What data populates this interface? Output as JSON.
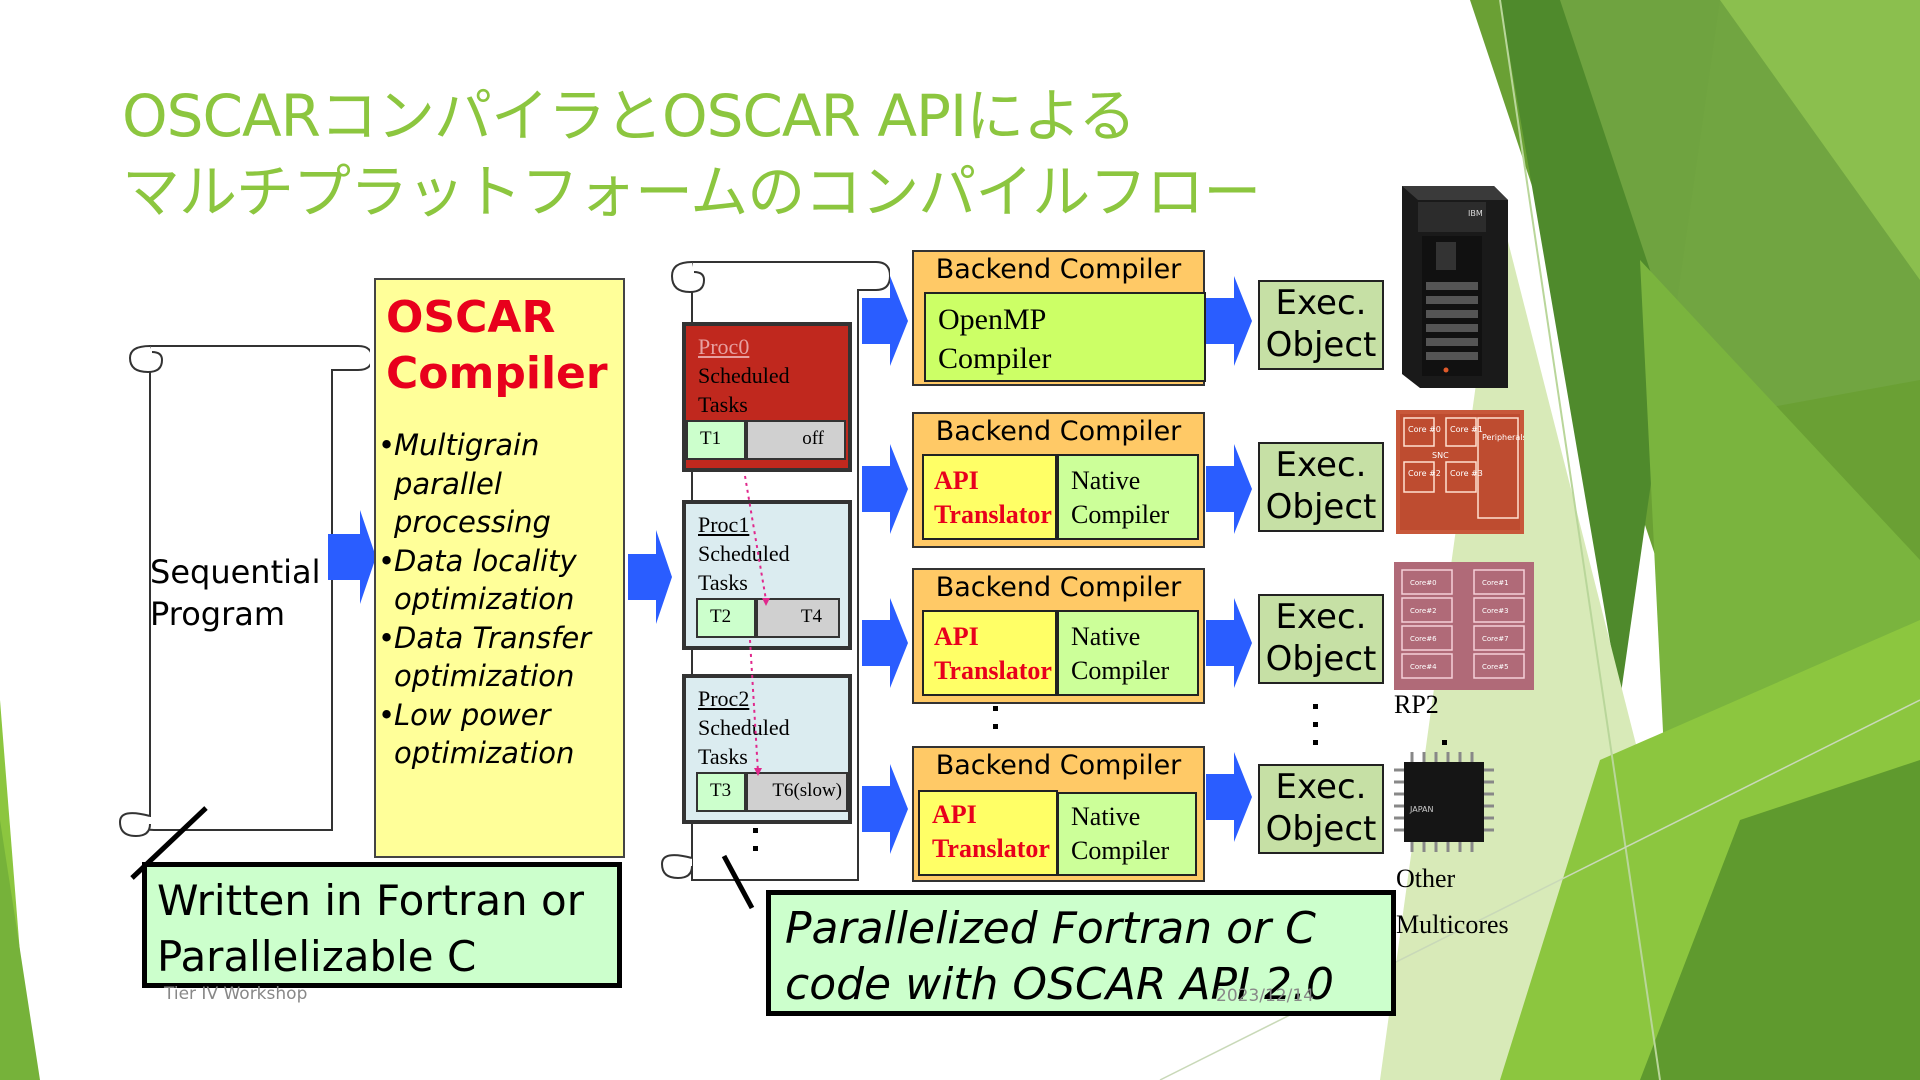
{
  "title": {
    "line1": "OSCARコンパイラとOSCAR APIによる",
    "line2": "マルチプラットフォームのコンパイルフロー"
  },
  "sequential": "Sequential Program",
  "oscar_compiler": {
    "title_line1": "OSCAR",
    "title_line2": "Compiler",
    "features": [
      "Multigrain parallel processing",
      "Data locality optimization",
      "Data Transfer optimization",
      "Low power optimization"
    ]
  },
  "procs": [
    {
      "name": "Proc0",
      "scheduled": "Scheduled",
      "tasks": "Tasks",
      "t_left": "T1",
      "t_right": "off"
    },
    {
      "name": "Proc1",
      "scheduled": "Scheduled",
      "tasks": "Tasks",
      "t_left": "T2",
      "t_right": "T4"
    },
    {
      "name": "Proc2",
      "scheduled": "Scheduled",
      "tasks": "Tasks",
      "t_left": "T3",
      "t_right": "T6(slow)"
    }
  ],
  "backends": [
    {
      "title": "Backend Compiler",
      "inner_line1": "OpenMP",
      "inner_line2": "Compiler"
    },
    {
      "title": "Backend Compiler",
      "api1": "API",
      "api2": "Translator",
      "native1": "Native",
      "native2": "Compiler"
    },
    {
      "title": "Backend Compiler",
      "api1": "API",
      "api2": "Translator",
      "native1": "Native",
      "native2": "Compiler"
    },
    {
      "title": "Backend Compiler",
      "api1": "API",
      "api2": "Translator",
      "native1": "Native",
      "native2": "Compiler"
    }
  ],
  "exec": [
    {
      "line1": "Exec.",
      "line2": "Object"
    },
    {
      "line1": "Exec.",
      "line2": "Object"
    },
    {
      "line1": "Exec.",
      "line2": "Object"
    },
    {
      "line1": "Exec.",
      "line2": "Object"
    }
  ],
  "hardware": {
    "rp2": "RP2",
    "other1": "Other",
    "other2": "Multicores",
    "chip_text": "JAPAN",
    "ibm": "IBM",
    "cores_a": [
      "Core #0",
      "Core #1",
      "Core #2",
      "Core #3",
      "Peripherals",
      "SNC"
    ],
    "cores_b": [
      "Core#0",
      "Core#1",
      "Core#2",
      "Core#3",
      "Core#6",
      "Core#7",
      "Core#4",
      "Core#5"
    ]
  },
  "note_left": {
    "line1": "Written in Fortran or",
    "line2": "Parallelizable C"
  },
  "note_right": {
    "line1": "Parallelized Fortran or C",
    "line2": "code with OSCAR API 2.0"
  },
  "footer": {
    "left": "Tier IV Workshop",
    "right": "2023/12/14"
  },
  "colors": {
    "title_green": "#8cc63f",
    "oscar_box": "#ffff99",
    "oscar_red": "#e8001c",
    "arrow_blue": "#2a5dff",
    "backend_orange": "#ffc966",
    "exec_green": "#c6e0a5",
    "note_green": "#ccffcc",
    "proc0_red": "#c0281e",
    "proc_blue": "#dbecf0"
  }
}
